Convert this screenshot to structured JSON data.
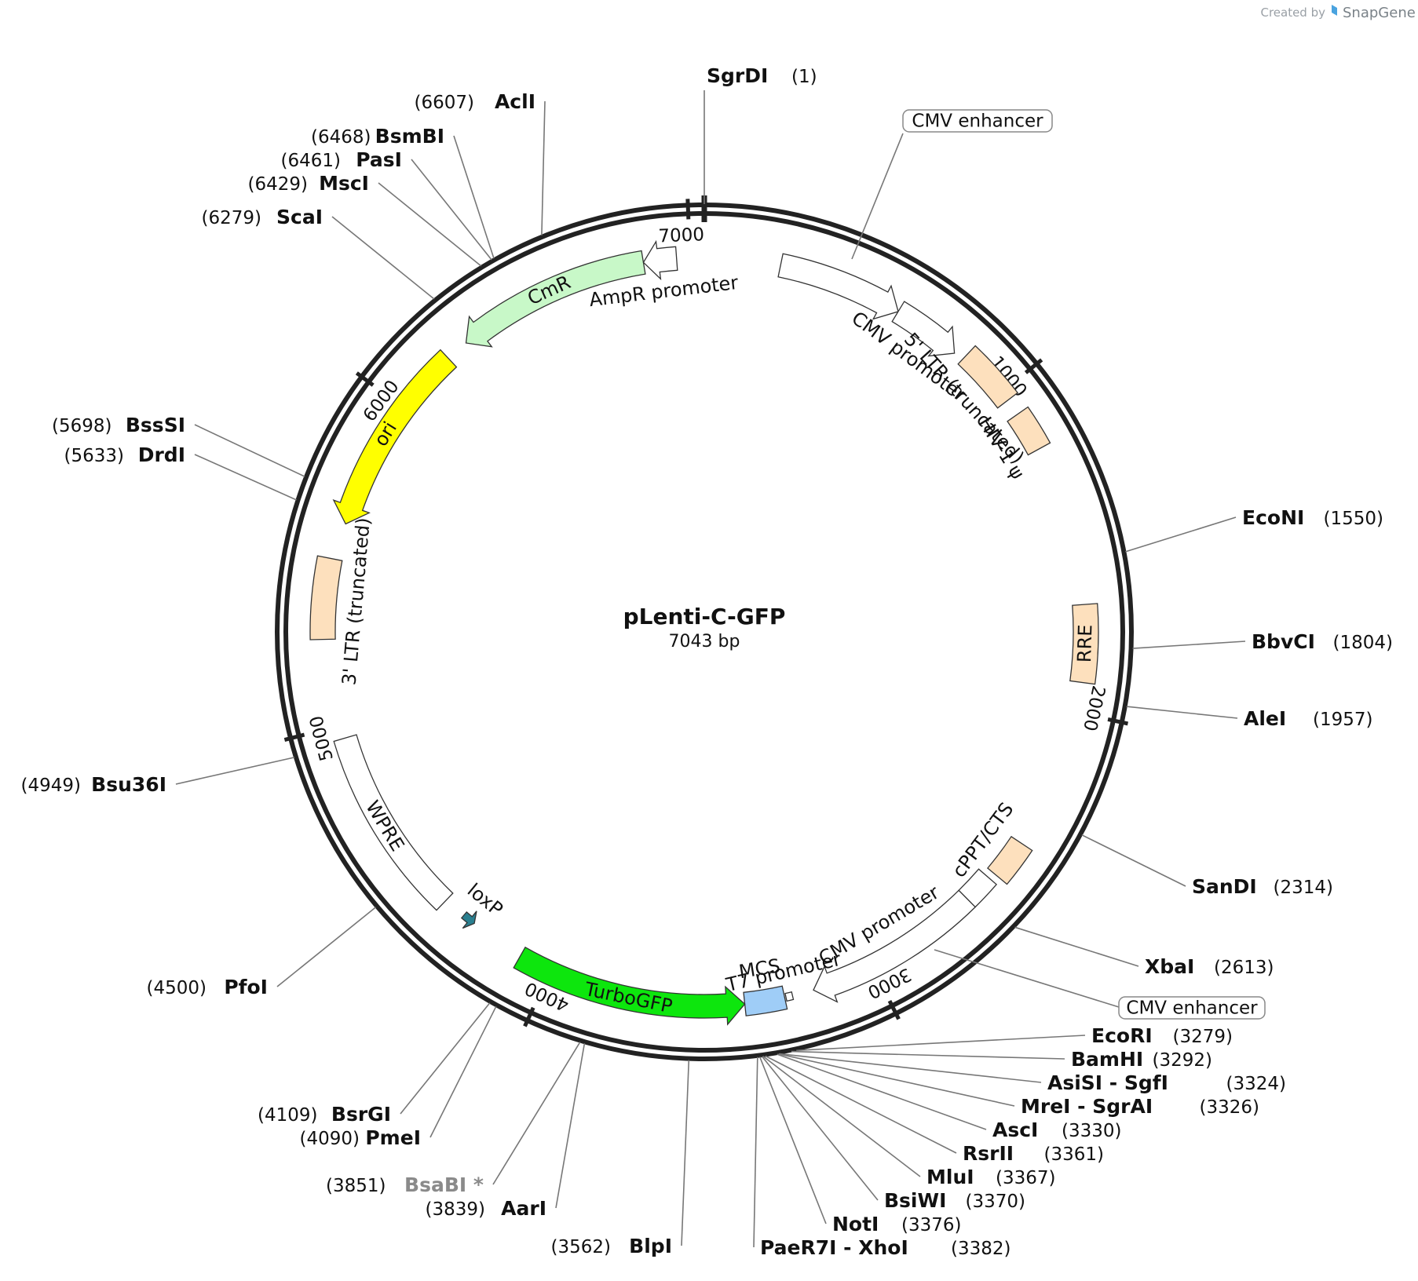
{
  "credit": {
    "prefix": "Created by",
    "brand": "SnapGene",
    "icon": "snapgene-logo-icon",
    "icon_color": "#4aa3df"
  },
  "plasmid": {
    "name": "pLenti-C-GFP",
    "length_label": "7043 bp",
    "length": 7043
  },
  "ticks": [
    {
      "pos": 1000,
      "label": "1000"
    },
    {
      "pos": 2000,
      "label": "2000"
    },
    {
      "pos": 3000,
      "label": "3000"
    },
    {
      "pos": 4000,
      "label": "4000"
    },
    {
      "pos": 5000,
      "label": "5000"
    },
    {
      "pos": 6000,
      "label": "6000"
    },
    {
      "pos": 7000,
      "label": "7000"
    }
  ],
  "sites": [
    {
      "name": "SgrDI",
      "pos": "(1)",
      "bp": 1
    },
    {
      "name": "AclI",
      "pos": "(6607)",
      "bp": 6607
    },
    {
      "name": "BsmBI",
      "pos": "(6468)",
      "bp": 6468
    },
    {
      "name": "PasI",
      "pos": "(6461)",
      "bp": 6461
    },
    {
      "name": "MscI",
      "pos": "(6429)",
      "bp": 6429
    },
    {
      "name": "ScaI",
      "pos": "(6279)",
      "bp": 6279
    },
    {
      "name": "BssSI",
      "pos": "(5698)",
      "bp": 5698
    },
    {
      "name": "DrdI",
      "pos": "(5633)",
      "bp": 5633
    },
    {
      "name": "Bsu36I",
      "pos": "(4949)",
      "bp": 4949
    },
    {
      "name": "PfoI",
      "pos": "(4500)",
      "bp": 4500
    },
    {
      "name": "BsrGI",
      "pos": "(4109)",
      "bp": 4109
    },
    {
      "name": "PmeI",
      "pos": "(4090)",
      "bp": 4090
    },
    {
      "name": "BsaBI *",
      "pos": "(3851)",
      "bp": 3851,
      "muted": true
    },
    {
      "name": "AarI",
      "pos": "(3839)",
      "bp": 3839
    },
    {
      "name": "BlpI",
      "pos": "(3562)",
      "bp": 3562
    },
    {
      "name": "EcoNI",
      "pos": "(1550)",
      "bp": 1550
    },
    {
      "name": "BbvCI",
      "pos": "(1804)",
      "bp": 1804
    },
    {
      "name": "AleI",
      "pos": "(1957)",
      "bp": 1957
    },
    {
      "name": "SanDI",
      "pos": "(2314)",
      "bp": 2314
    },
    {
      "name": "XbaI",
      "pos": "(2613)",
      "bp": 2613
    },
    {
      "name": "EcoRI",
      "pos": "(3279)",
      "bp": 3279
    },
    {
      "name": "BamHI",
      "pos": "(3292)",
      "bp": 3292
    },
    {
      "name": "AsiSI  - SgfI",
      "pos": "(3324)",
      "bp": 3324
    },
    {
      "name": "MreI  - SgrAI",
      "pos": "(3326)",
      "bp": 3326
    },
    {
      "name": "AscI",
      "pos": "(3330)",
      "bp": 3330
    },
    {
      "name": "RsrII",
      "pos": "(3361)",
      "bp": 3361
    },
    {
      "name": "MluI",
      "pos": "(3367)",
      "bp": 3367
    },
    {
      "name": "BsiWI",
      "pos": "(3370)",
      "bp": 3370
    },
    {
      "name": "NotI",
      "pos": "(3376)",
      "bp": 3376
    },
    {
      "name": "PaeR7I  - XhoI",
      "pos": "(3382)",
      "bp": 3382
    }
  ],
  "features": [
    {
      "name": "CMV enhancer",
      "start": 230,
      "end": 610,
      "color": "#ffffff",
      "arrow": "cw",
      "label_style": "box"
    },
    {
      "name": "CMV promoter",
      "start": 610,
      "end": 820,
      "color": "#ffffff",
      "arrow": "cw"
    },
    {
      "name": "5' LTR (truncated)",
      "start": 850,
      "end": 1030,
      "color": "#fde0bd"
    },
    {
      "name": "HIV-1 ψ",
      "start": 1080,
      "end": 1200,
      "color": "#fde0bd"
    },
    {
      "name": "RRE",
      "start": 1680,
      "end": 1910,
      "color": "#fde0bd"
    },
    {
      "name": "cPPT/CTS",
      "start": 2420,
      "end": 2540,
      "color": "#fde0bd"
    },
    {
      "name": "CMV enhancer",
      "start": 2560,
      "end": 2650,
      "color": "#ffffff",
      "label_style": "box"
    },
    {
      "name": "CMV promoter",
      "start": 2650,
      "end": 3190,
      "color": "#ffffff",
      "arrow": "cw"
    },
    {
      "name": "T7 promoter",
      "start": 3255,
      "end": 3275,
      "color": "#ffffff"
    },
    {
      "name": "MCS",
      "start": 3279,
      "end": 3400,
      "color": "#9fcdf7"
    },
    {
      "name": "TurboGFP",
      "start": 3400,
      "end": 4100,
      "color": "#0de60d",
      "arrow": "ccw"
    },
    {
      "name": "loxP",
      "start": 4270,
      "end": 4310,
      "color": "#2a7f8f",
      "arrow": "ccw"
    },
    {
      "name": "WPRE",
      "start": 4380,
      "end": 4960,
      "color": "#ffffff"
    },
    {
      "name": "3' LTR (truncated)",
      "start": 5260,
      "end": 5500,
      "color": "#fde0bd"
    },
    {
      "name": "ori",
      "start": 5610,
      "end": 6200,
      "color": "#ffff00",
      "arrow": "ccw"
    },
    {
      "name": "CmR",
      "start": 6270,
      "end": 6860,
      "color": "#c8f8c8",
      "arrow": "ccw"
    },
    {
      "name": "AmpR promoter",
      "start": 6860,
      "end": 6960,
      "color": "#ffffff",
      "arrow": "ccw"
    }
  ]
}
